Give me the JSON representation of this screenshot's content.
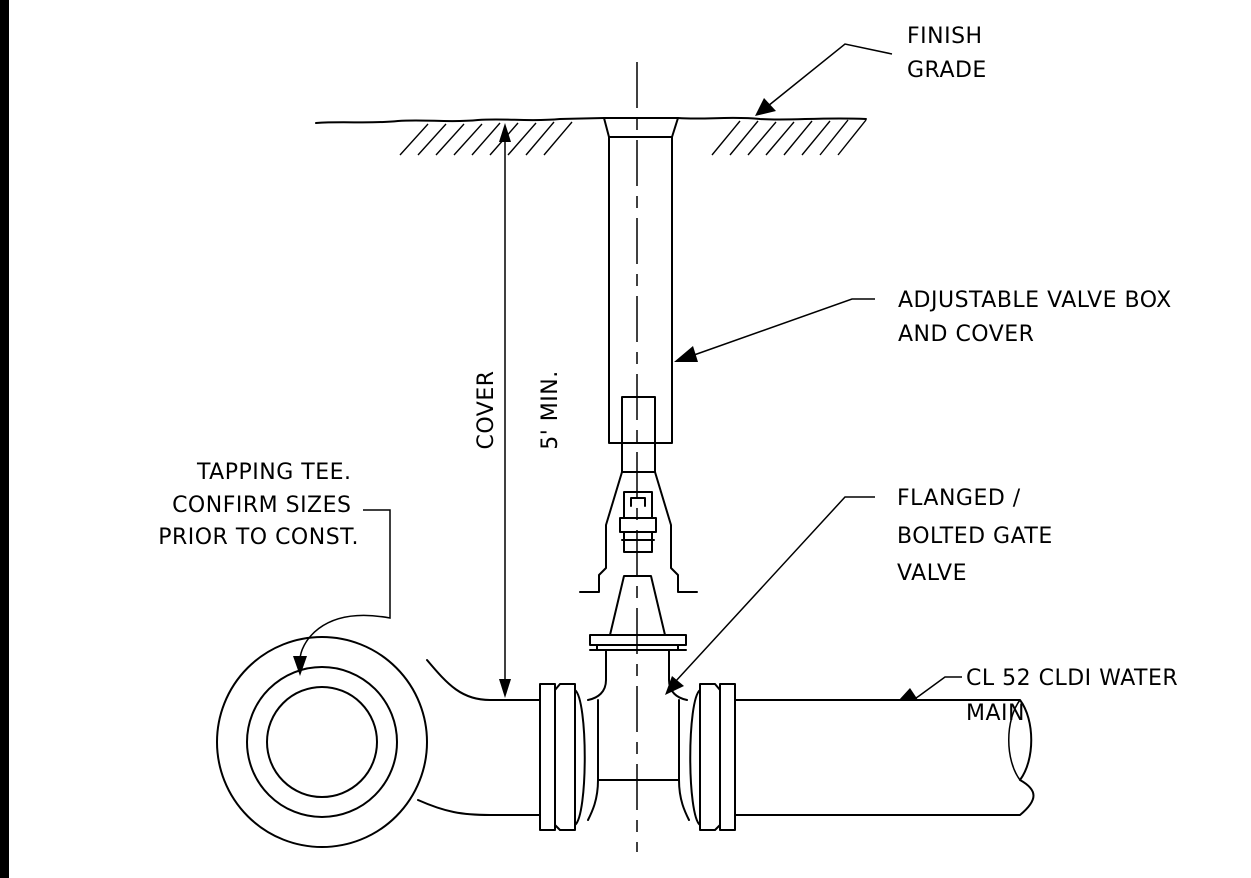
{
  "labels": {
    "finish_grade": [
      "FINISH",
      "GRADE"
    ],
    "valve_box": [
      "ADJUSTABLE VALVE BOX",
      "AND COVER"
    ],
    "gate_valve": [
      "FLANGED /",
      "BOLTED GATE",
      "VALVE"
    ],
    "water_main": [
      "CL 52 CLDI WATER",
      "MAIN"
    ],
    "tapping_tee": [
      "TAPPING TEE.",
      "CONFIRM SIZES",
      "PRIOR TO CONST."
    ],
    "cover": "COVER",
    "min_depth": "5' MIN."
  },
  "colors": {
    "line": "#000000",
    "background": "#ffffff"
  }
}
